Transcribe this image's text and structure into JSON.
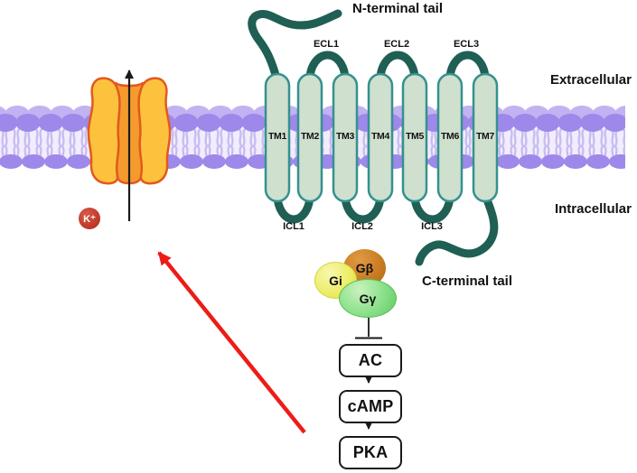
{
  "labels": {
    "n_terminal_tail": "N-terminal tail",
    "c_terminal_tail": "C-terminal tail",
    "extracellular": "Extracellular",
    "intracellular": "Intracellular"
  },
  "ion_channel": {
    "ion_label": "K⁺"
  },
  "receptor": {
    "tm_segments": [
      "TM1",
      "TM2",
      "TM3",
      "TM4",
      "TM5",
      "TM6",
      "TM7"
    ],
    "extracellular_loops": [
      "ECL1",
      "ECL2",
      "ECL3"
    ],
    "intracellular_loops": [
      "ICL1",
      "ICL2",
      "ICL3"
    ]
  },
  "g_protein": {
    "subunits": [
      "Gi",
      "Gβ",
      "Gγ"
    ]
  },
  "cascade": {
    "nodes": [
      "AC",
      "cAMP",
      "PKA"
    ]
  },
  "colors": {
    "membrane_head": "#9e88ea",
    "membrane_head_back": "#c2b2f2",
    "membrane_tail_bg": "#f1edfc",
    "membrane_tail": "#c8bbf3",
    "channel_outer": "#fcc23d",
    "channel_inner": "#f59b2e",
    "channel_outline": "#e2591f",
    "k_badge": "#c23b2a",
    "receptor_fill": "#cfe0ce",
    "receptor_outline": "#35918f",
    "loop": "#1f5f54",
    "gi": "#eded68",
    "gbeta": "#c77a1f",
    "ggamma": "#83dd83",
    "inhibit_arrow_red": "#ed1c16"
  }
}
